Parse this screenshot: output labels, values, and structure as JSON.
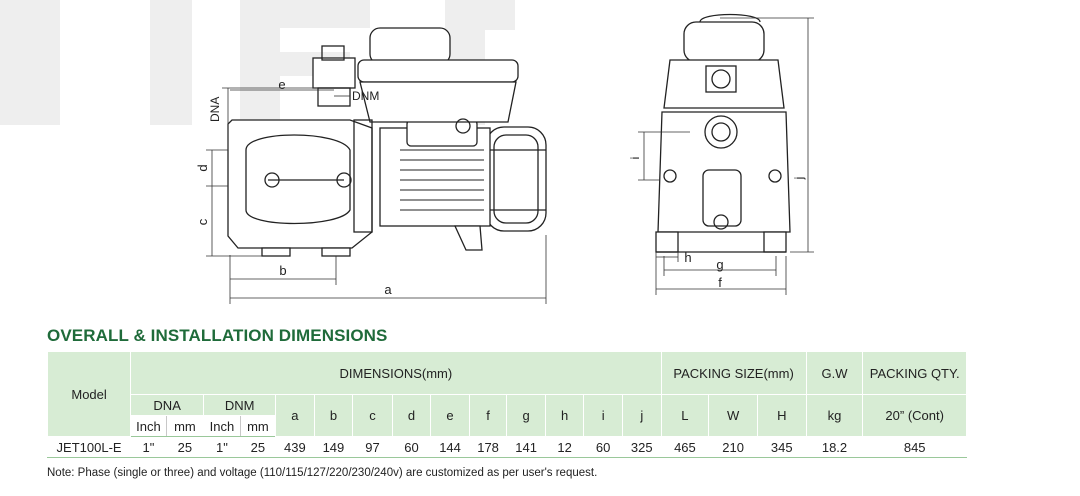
{
  "drawing": {
    "side_labels": {
      "e": "e",
      "dnm": "DNM",
      "dna": "DNA",
      "d": "d",
      "c": "c",
      "b": "b",
      "a": "a"
    },
    "front_labels": {
      "i": "i",
      "j": "j",
      "h": "h",
      "g": "g",
      "f": "f"
    }
  },
  "section_title": "OVERALL & INSTALLATION DIMENSIONS",
  "table": {
    "model_header": "Model",
    "dimensions_header": "DIMENSIONS(mm)",
    "packing_size_header": "PACKING SIZE(mm)",
    "gw_header": "G.W",
    "packing_qty_header": "PACKING QTY.",
    "dna_header": "DNA",
    "dnm_header": "DNM",
    "sub_headers": {
      "dna_inch": "Inch",
      "dna_mm": "mm",
      "dnm_inch": "Inch",
      "dnm_mm": "mm",
      "a": "a",
      "b": "b",
      "c": "c",
      "d": "d",
      "e": "e",
      "f": "f",
      "g": "g",
      "h": "h",
      "i": "i",
      "j": "j",
      "L": "L",
      "W": "W",
      "H": "H",
      "kg": "kg",
      "cont": "20” (Cont)"
    },
    "row": {
      "model": "JET100L-E",
      "dna_inch": "1\"",
      "dna_mm": "25",
      "dnm_inch": "1\"",
      "dnm_mm": "25",
      "a": "439",
      "b": "149",
      "c": "97",
      "d": "60",
      "e": "144",
      "f": "178",
      "g": "141",
      "h": "12",
      "i": "60",
      "j": "325",
      "L": "465",
      "W": "210",
      "H": "345",
      "kg": "18.2",
      "qty": "845"
    }
  },
  "note": "Note: Phase (single or three) and voltage (110/115/127/220/230/240v) are customized as per user's request."
}
